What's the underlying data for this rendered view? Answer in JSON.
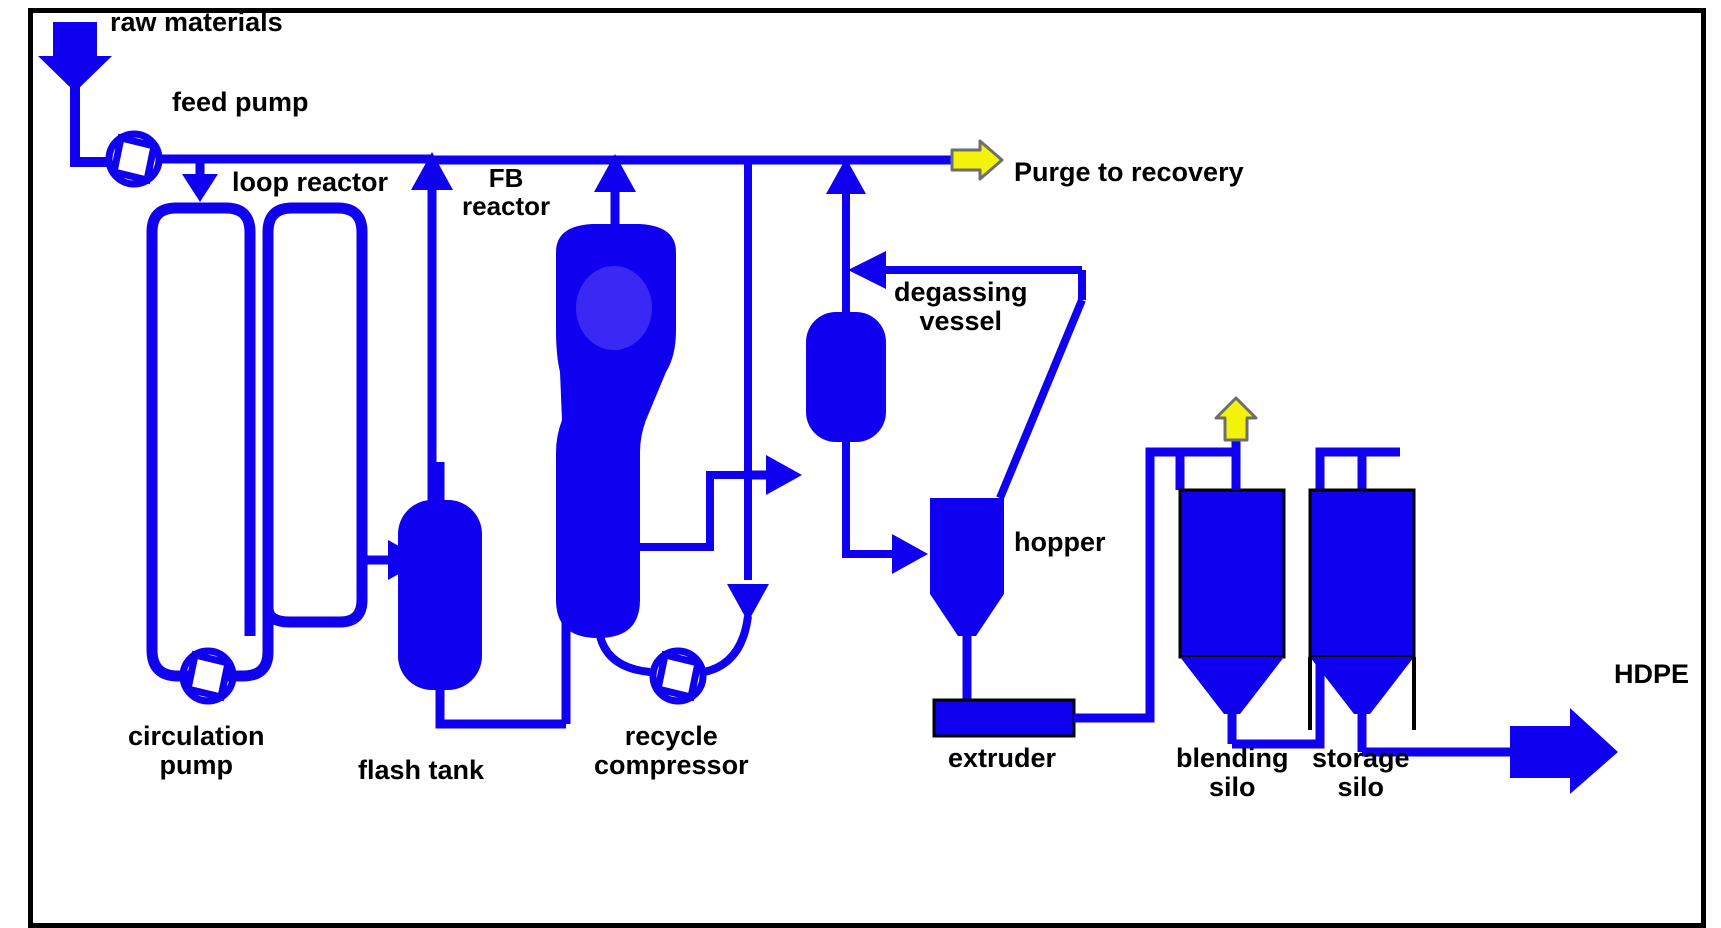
{
  "diagram": {
    "title": "HDPE process flow diagram",
    "colors": {
      "pipe_blue": "#1000F0",
      "vessel_blue": "#1000F0",
      "reactor_inner": "#3A28F5",
      "vent_yellow": "#F2F20A",
      "outline_black": "#000000",
      "frame_black": "#000000",
      "background": "#FFFFFF"
    },
    "labels": {
      "raw_materials": "raw materials",
      "feed_pump": "feed pump",
      "loop_reactor": "loop reactor",
      "fb_reactor": "FB\nreactor",
      "purge_to_recovery": "Purge to recovery",
      "degassing_vessel": "degassing\nvessel",
      "hopper": "hopper",
      "circulation_pump": "circulation\npump",
      "flash_tank": "flash tank",
      "recycle_compressor": "recycle\ncompressor",
      "extruder": "extruder",
      "blending_silo": "blending\nsilo",
      "storage_silo": "storage\nsilo",
      "hdpe": "HDPE"
    },
    "equipment": [
      {
        "id": "feed-pump",
        "name": "feed pump",
        "type": "pump"
      },
      {
        "id": "loop-reactor",
        "name": "loop reactor",
        "type": "reactor"
      },
      {
        "id": "circulation-pump",
        "name": "circulation pump",
        "type": "pump"
      },
      {
        "id": "flash-tank",
        "name": "flash tank",
        "type": "vessel"
      },
      {
        "id": "fb-reactor",
        "name": "FB reactor",
        "type": "reactor"
      },
      {
        "id": "recycle-compressor",
        "name": "recycle compressor",
        "type": "compressor"
      },
      {
        "id": "degassing-vessel",
        "name": "degassing vessel",
        "type": "vessel"
      },
      {
        "id": "hopper",
        "name": "hopper",
        "type": "hopper"
      },
      {
        "id": "extruder",
        "name": "extruder",
        "type": "extruder"
      },
      {
        "id": "blending-silo",
        "name": "blending silo",
        "type": "silo"
      },
      {
        "id": "storage-silo",
        "name": "storage silo",
        "type": "silo"
      }
    ],
    "streams": [
      {
        "from": "raw materials",
        "to": "feed pump"
      },
      {
        "from": "feed pump",
        "to": "loop reactor"
      },
      {
        "from": "loop reactor",
        "to": "flash tank"
      },
      {
        "from": "loop reactor",
        "to": "purge header"
      },
      {
        "from": "flash tank",
        "to": "FB reactor"
      },
      {
        "from": "FB reactor",
        "to": "purge header"
      },
      {
        "from": "FB reactor",
        "to": "recycle compressor"
      },
      {
        "from": "recycle compressor",
        "to": "FB reactor recycle"
      },
      {
        "from": "FB reactor",
        "to": "degassing vessel"
      },
      {
        "from": "degassing vessel",
        "to": "purge header"
      },
      {
        "from": "degassing vessel",
        "to": "hopper"
      },
      {
        "from": "hopper",
        "to": "extruder"
      },
      {
        "from": "extruder",
        "to": "blending silo"
      },
      {
        "from": "blending silo",
        "to": "storage silo"
      },
      {
        "from": "storage silo",
        "to": "HDPE"
      },
      {
        "from": "purge header",
        "to": "Purge to recovery"
      }
    ]
  }
}
